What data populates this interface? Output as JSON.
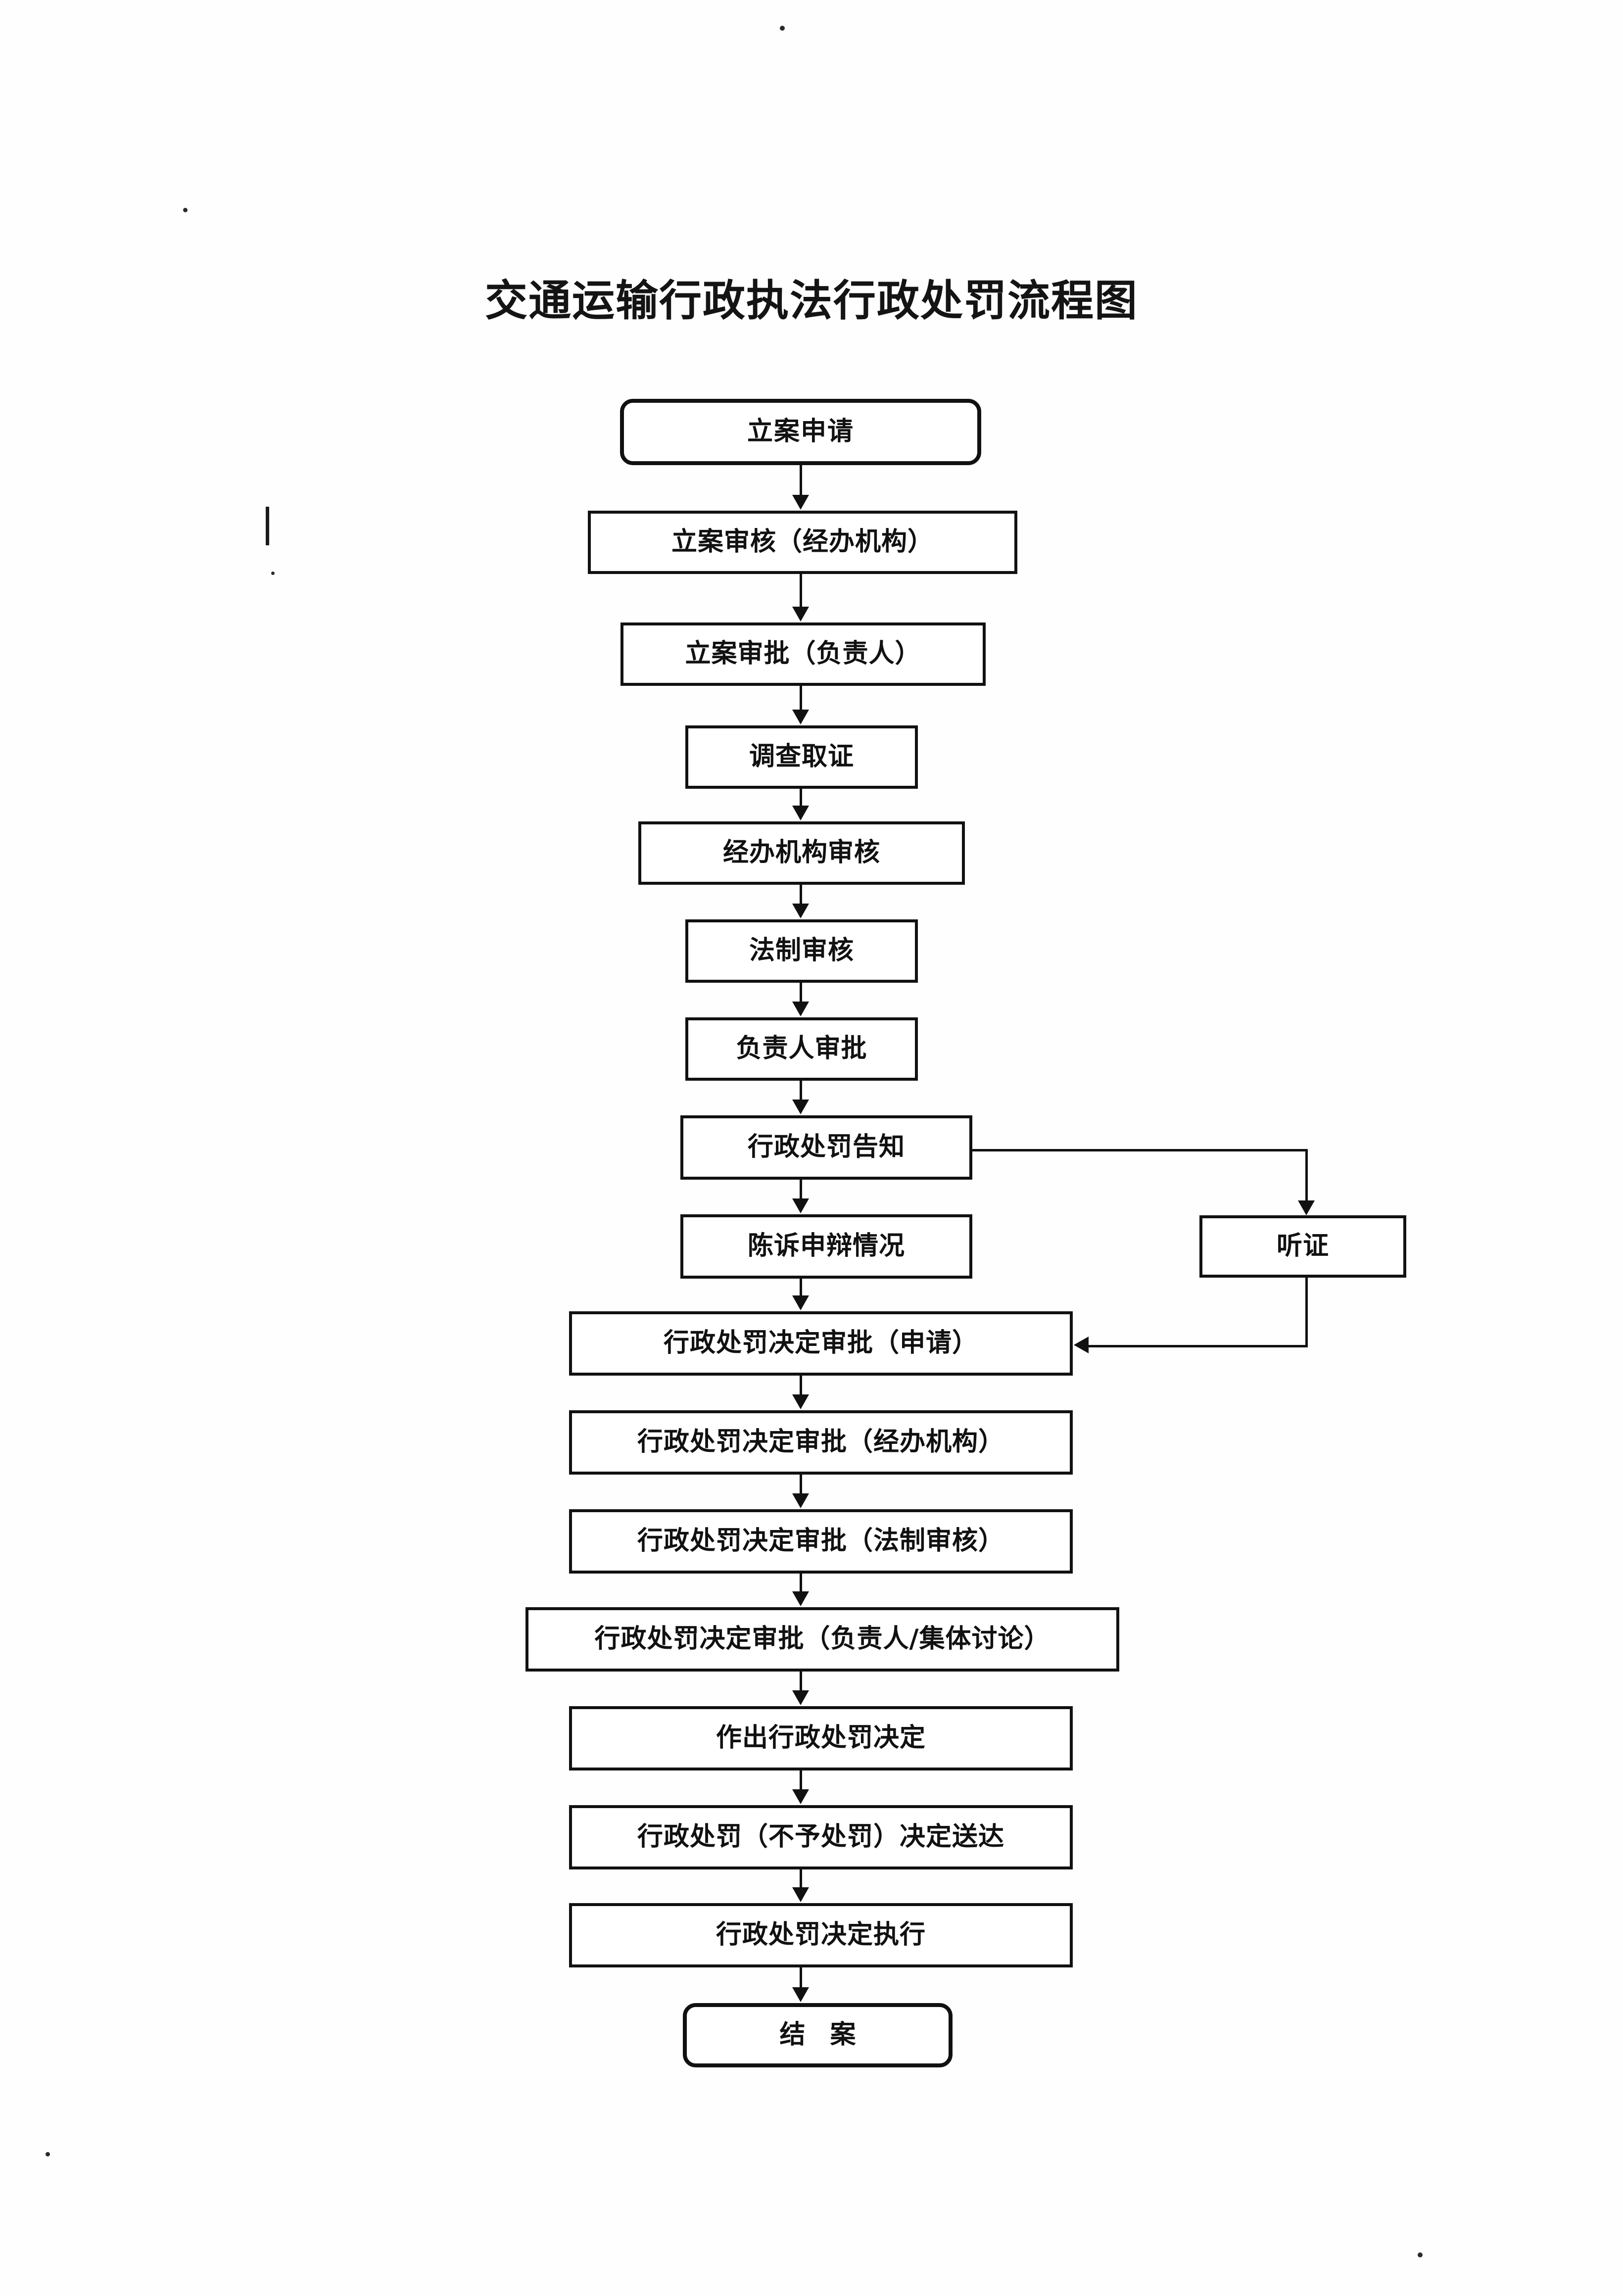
{
  "document": {
    "title": "交通运输行政执法行政处罚流程图"
  },
  "chart_data": {
    "type": "diagram",
    "diagram_kind": "flowchart",
    "orientation": "top-to-bottom",
    "title": "交通运输行政执法行政处罚流程图",
    "nodes": [
      {
        "id": "n1",
        "label": "立案申请",
        "shape": "rounded-rect"
      },
      {
        "id": "n2",
        "label": "立案审核（经办机构）",
        "shape": "rect"
      },
      {
        "id": "n3",
        "label": "立案审批（负责人）",
        "shape": "rect"
      },
      {
        "id": "n4",
        "label": "调查取证",
        "shape": "rect"
      },
      {
        "id": "n5",
        "label": "经办机构审核",
        "shape": "rect"
      },
      {
        "id": "n6",
        "label": "法制审核",
        "shape": "rect"
      },
      {
        "id": "n7",
        "label": "负责人审批",
        "shape": "rect"
      },
      {
        "id": "n8",
        "label": "行政处罚告知",
        "shape": "rect"
      },
      {
        "id": "n9",
        "label": "陈诉申辩情况",
        "shape": "rect"
      },
      {
        "id": "n10",
        "label": "听证",
        "shape": "rect"
      },
      {
        "id": "n11",
        "label": "行政处罚决定审批（申请）",
        "shape": "rect"
      },
      {
        "id": "n12",
        "label": "行政处罚决定审批（经办机构）",
        "shape": "rect"
      },
      {
        "id": "n13",
        "label": "行政处罚决定审批（法制审核）",
        "shape": "rect"
      },
      {
        "id": "n14",
        "label": "行政处罚决定审批（负责人/集体讨论）",
        "shape": "rect"
      },
      {
        "id": "n15",
        "label": "作出行政处罚决定",
        "shape": "rect"
      },
      {
        "id": "n16",
        "label": "行政处罚（不予处罚）决定送达",
        "shape": "rect"
      },
      {
        "id": "n17",
        "label": "行政处罚决定执行",
        "shape": "rect"
      },
      {
        "id": "n18",
        "label": "结 案",
        "shape": "rounded-rect"
      }
    ],
    "edges": [
      {
        "from": "n1",
        "to": "n2",
        "style": "straight-down"
      },
      {
        "from": "n2",
        "to": "n3",
        "style": "straight-down"
      },
      {
        "from": "n3",
        "to": "n4",
        "style": "straight-down"
      },
      {
        "from": "n4",
        "to": "n5",
        "style": "straight-down"
      },
      {
        "from": "n5",
        "to": "n6",
        "style": "straight-down"
      },
      {
        "from": "n6",
        "to": "n7",
        "style": "straight-down"
      },
      {
        "from": "n7",
        "to": "n8",
        "style": "straight-down"
      },
      {
        "from": "n8",
        "to": "n9",
        "style": "straight-down"
      },
      {
        "from": "n8",
        "to": "n10",
        "style": "right-then-down"
      },
      {
        "from": "n9",
        "to": "n11",
        "style": "straight-down"
      },
      {
        "from": "n10",
        "to": "n11",
        "style": "down-then-left"
      },
      {
        "from": "n11",
        "to": "n12",
        "style": "straight-down"
      },
      {
        "from": "n12",
        "to": "n13",
        "style": "straight-down"
      },
      {
        "from": "n13",
        "to": "n14",
        "style": "straight-down"
      },
      {
        "from": "n14",
        "to": "n15",
        "style": "straight-down"
      },
      {
        "from": "n15",
        "to": "n16",
        "style": "straight-down"
      },
      {
        "from": "n16",
        "to": "n17",
        "style": "straight-down"
      },
      {
        "from": "n17",
        "to": "n18",
        "style": "straight-down"
      }
    ],
    "colors": {
      "stroke": "#111111",
      "fill": "#ffffff",
      "text": "#111111"
    }
  }
}
